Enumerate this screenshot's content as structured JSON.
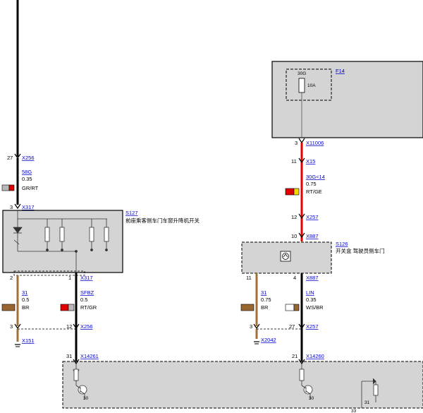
{
  "colors": {
    "wire_black": "#000000",
    "wire_red": "#e60000",
    "wire_brown": "#a0703a",
    "component_fill": "#d4d4d4",
    "link_blue": "#0000cc",
    "swatch_red": "#e00000",
    "swatch_yellow": "#f2d600",
    "swatch_grey": "#b8b8b8",
    "swatch_brown": "#9a6630",
    "swatch_white": "#ffffff"
  },
  "left_top_wire": {
    "pin_27": "27",
    "conn_x256": "X256",
    "signal": "58G",
    "size": "0.35",
    "color": "GR/RT",
    "pin_3": "3",
    "conn_x317": "X317"
  },
  "s127": {
    "id": "S127",
    "name": "前座乘客侧车门车窗升降机开关"
  },
  "s127_out_left": {
    "pin": "2",
    "signal": "31",
    "size": "0.5",
    "color": "BR",
    "pin_bottom": "3",
    "ground_conn": "X151"
  },
  "s127_out_right": {
    "pin": "1",
    "conn": "X317",
    "signal": "SFBZ",
    "size": "0.5",
    "color": "RT/GR",
    "pin_bottom": "12",
    "conn_bottom": "X256",
    "pin_module": "31",
    "conn_module": "X14261"
  },
  "f14": {
    "id": "F14",
    "fuse_label": "30G",
    "rating": "10A"
  },
  "right_top_wire": {
    "pin_3": "3",
    "conn_x11006": "X11006",
    "pin_11": "11",
    "conn_x15": "X15",
    "signal": "30G<14",
    "size": "0.75",
    "color": "RT/GE",
    "pin_12": "12",
    "conn_x257": "X257",
    "pin_10": "10",
    "conn_x887": "X887"
  },
  "s126": {
    "id": "S126",
    "name": "开关盒 驾驶员侧车门"
  },
  "s126_out_left": {
    "pin": "11",
    "signal": "31",
    "size": "0.75",
    "color": "BR",
    "pin_bottom": "3",
    "ground_conn": "X2042"
  },
  "s126_out_right": {
    "pin": "4",
    "conn": "X887",
    "signal": "LIN",
    "size": "0.35",
    "color": "WS/BR",
    "pin_bottom": "27",
    "conn_bottom": "X257",
    "pin_module": "21",
    "conn_module": "X14260"
  },
  "bottom_module": {
    "ground_left": "30",
    "ground_right": "30",
    "label_31": "31",
    "label_33": "33"
  }
}
